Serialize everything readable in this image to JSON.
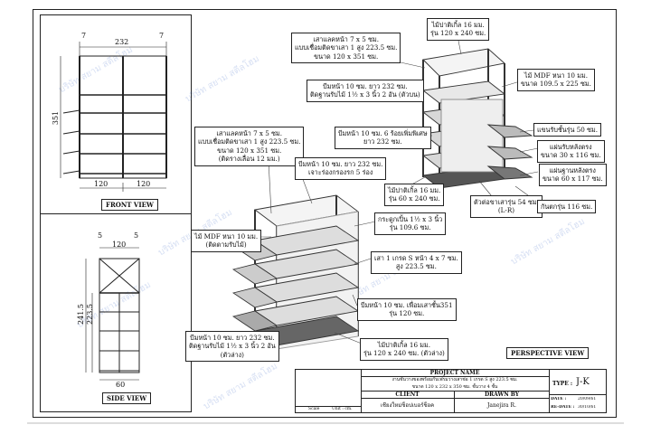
{
  "front_view": {
    "label": "FRONT VIEW",
    "dim_top_left": "7",
    "dim_top_right": "7",
    "dim_top_width": "232",
    "dim_height": "351",
    "dim_bottom_left": "120",
    "dim_bottom_right": "120"
  },
  "side_view": {
    "label": "SIDE VIEW",
    "dim_top_left": "5",
    "dim_top_right": "5",
    "dim_top_width": "120",
    "dim_height_outer": "241.5",
    "dim_height_inner": "223.5",
    "dim_bottom": "60"
  },
  "perspective_view": {
    "label": "PERSPECTIVE VIEW"
  },
  "callouts_upper": {
    "left_post": [
      "เสาแลคหน้า 7 x 5 ซม.",
      "แบบเชื่อมติดขาเสา 1 สูง 223.5 ซม.",
      "ขนาด 120 x 351 ซม."
    ],
    "top_panel": [
      "ไม้ปาติเกิ้ล 16 มม.",
      "รุ่น 120 x 240 ซม."
    ],
    "beam_top": [
      "บีมหน้า 10 ซม. ยาว 232 ซม.",
      "ติดฐานรับไม้ 1½ x 3 นิ้ว 2 อัน (ตัวบน)"
    ],
    "mdf_right": [
      "ไม้ MDF หนา 10 มม.",
      "ขนาด 109.5 x 225 ซม."
    ],
    "beam_mid": [
      "บีมหน้า 10 ซม. 6 ร้อยเพิ่มพิเศษ",
      "ยาว 232 ซม."
    ],
    "shelf_support": [
      "แขนรับชั้นรุ่น 50 ซม."
    ],
    "plate_30": [
      "แผ่นรับหลังตรง",
      "ขนาด 30 x 116 ซม."
    ],
    "plate_60": [
      "แผ่นฐานหลังตรง",
      "ขนาด 60 x 117 ซม."
    ],
    "board_60": [
      "ไม้ปาติเกิ้ล 16 มม.",
      "รุ่น 60 x 240 ซม."
    ],
    "connector": [
      "ตัวต่อขาเสารุ่น 54 ซม.",
      "(L-R)"
    ],
    "cap": [
      "กันตกรุ่น 116 ซม."
    ]
  },
  "callouts_lower": {
    "left_post": [
      "เสาแลคหน้า 7 x 5 ซม.",
      "แบบเชื่อมติดขาเสา 1 สูง 223.5 ซม.",
      "ขนาด 120 x 351 ซม.",
      "(ติดรางเลื่อน 12 มม.)"
    ],
    "beam_top": [
      "บีมหน้า 10 ซม. ยาว 232 ซม.",
      "เจาะร่องกรองรก 5 ร่อง"
    ],
    "mdf_left": [
      "ไม้ MDF หนา 10 มม.",
      "(ติดตามรับไม้)"
    ],
    "pipe": [
      "กระดูกเปิ้น 1½ x 3 นิ้ว",
      "รุ่น 109.6 ซม."
    ],
    "post_s": [
      "เสา 1 เกรด S หน้า 4 x 7 ซม.",
      "สูง 223.5 ซม."
    ],
    "beam_low": [
      "บีมหน้า 10 ซม. เพื่อมเสาชั้น351",
      "รุ่น 120 ซม."
    ],
    "bottom_panel": [
      "ไม้ปาติเกิ้ล 16 มม.",
      "รุ่น 120 x 240 ซม. (ตัวล่าง)"
    ],
    "beam_bottom": [
      "บีมหน้า 10 ซม. ยาว 232 ซม.",
      "ติดฐานรับไม้ 1½ x 3 นิ้ว 2 อัน",
      "(ตัวล่าง)"
    ]
  },
  "title_block": {
    "project_name_label": "PROJECT NAME",
    "project_name_value": [
      "งานชั้นวางของพร้อมกับเฟรมวางเสาช่อ 1 เกรด S สูง 223.5 ซม.",
      "ขนาด 120 x 232 x 350 ซม. ชั้นวาง 4 ชั้น"
    ],
    "client_label": "CLIENT",
    "client_value": "เชียงใหม่ช็อปเบอร์ช็อค",
    "drawn_by_label": "DRAWN BY",
    "drawn_by_value": "Janejira R.",
    "type_label": "TYPE :",
    "type_value": "J-K",
    "date_label": "DATE :",
    "date_value": "20/09/61",
    "revise_label": "RE-DATE :",
    "revise_value": "30/10/61",
    "scale_label": "Scale",
    "unit_label": "Unit : cm."
  },
  "watermark": "บริษัท สยาม สตีลโฮม"
}
